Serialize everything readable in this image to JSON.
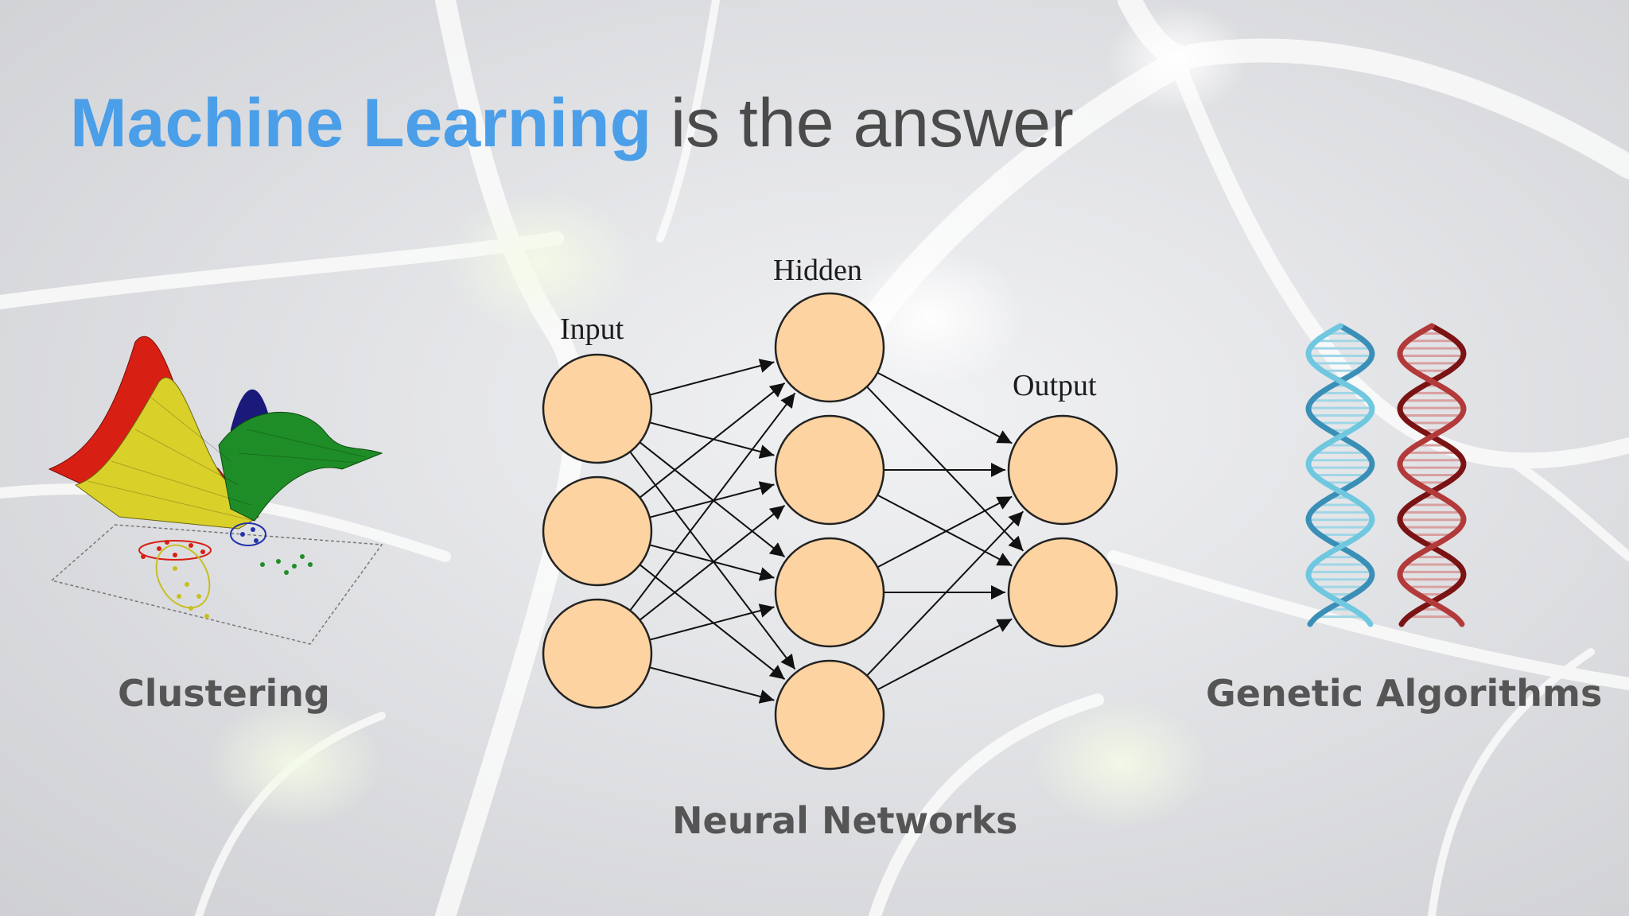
{
  "slide": {
    "title_accent": "Machine Learning",
    "title_rest": " is the answer",
    "accent_color": "#4b9ee8",
    "text_color": "#4a4a4a"
  },
  "captions": {
    "clustering": "Clustering",
    "neural_networks": "Neural Networks",
    "genetic_algorithms": "Genetic Algorithms"
  },
  "network": {
    "layers": [
      {
        "label": "Input",
        "nodes": 3
      },
      {
        "label": "Hidden",
        "nodes": 4
      },
      {
        "label": "Output",
        "nodes": 2
      }
    ],
    "node_fill": "#fcd3a1",
    "node_stroke": "#222222"
  },
  "illustrations": {
    "clustering": "3d-density-surface-with-scatter-clusters",
    "genetic": "dna-double-helix-pair"
  }
}
